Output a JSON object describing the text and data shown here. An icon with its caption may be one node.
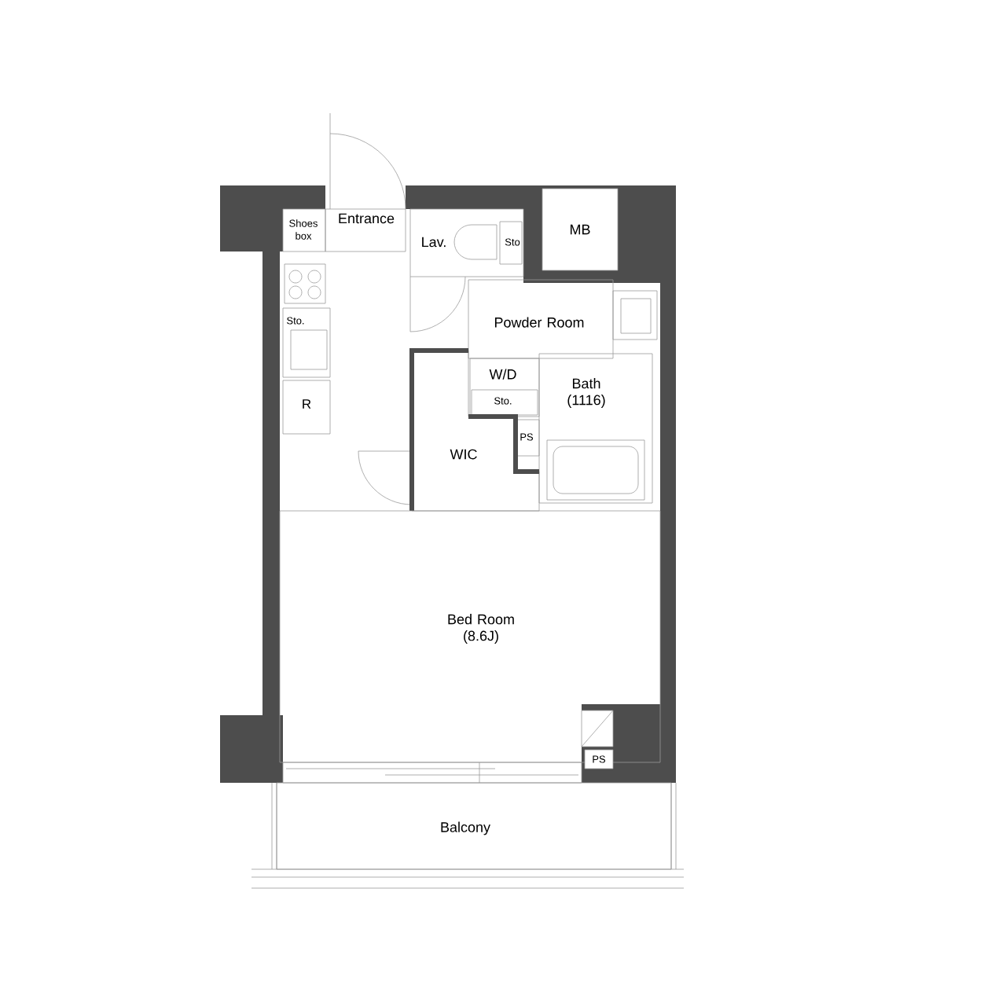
{
  "diagram": {
    "nodes": [
      {
        "text": [
          "Shoes box"
        ]
      },
      {
        "text": [
          "Entrance"
        ]
      },
      {
        "text": [
          "Lav."
        ]
      },
      {
        "text": [
          "Sto"
        ],
        "in": 2
      },
      {
        "text": [
          "MB"
        ]
      },
      {
        "text": [
          "Sto."
        ]
      },
      {
        "text": [
          "R"
        ]
      },
      {
        "text": [
          "Powder Room"
        ]
      },
      {
        "text": [
          "W/D"
        ]
      },
      {
        "text": [
          "Sto."
        ],
        "in": 8
      },
      {
        "text": [
          "Bath (1116)"
        ]
      },
      {
        "text": [
          "PS"
        ]
      },
      {
        "text": [
          "WIC"
        ]
      },
      {
        "text": [
          "Bed Room (8.6J)"
        ]
      },
      {
        "text": [
          "PS"
        ]
      },
      {
        "text": [
          "Balcony"
        ]
      }
    ]
  }
}
